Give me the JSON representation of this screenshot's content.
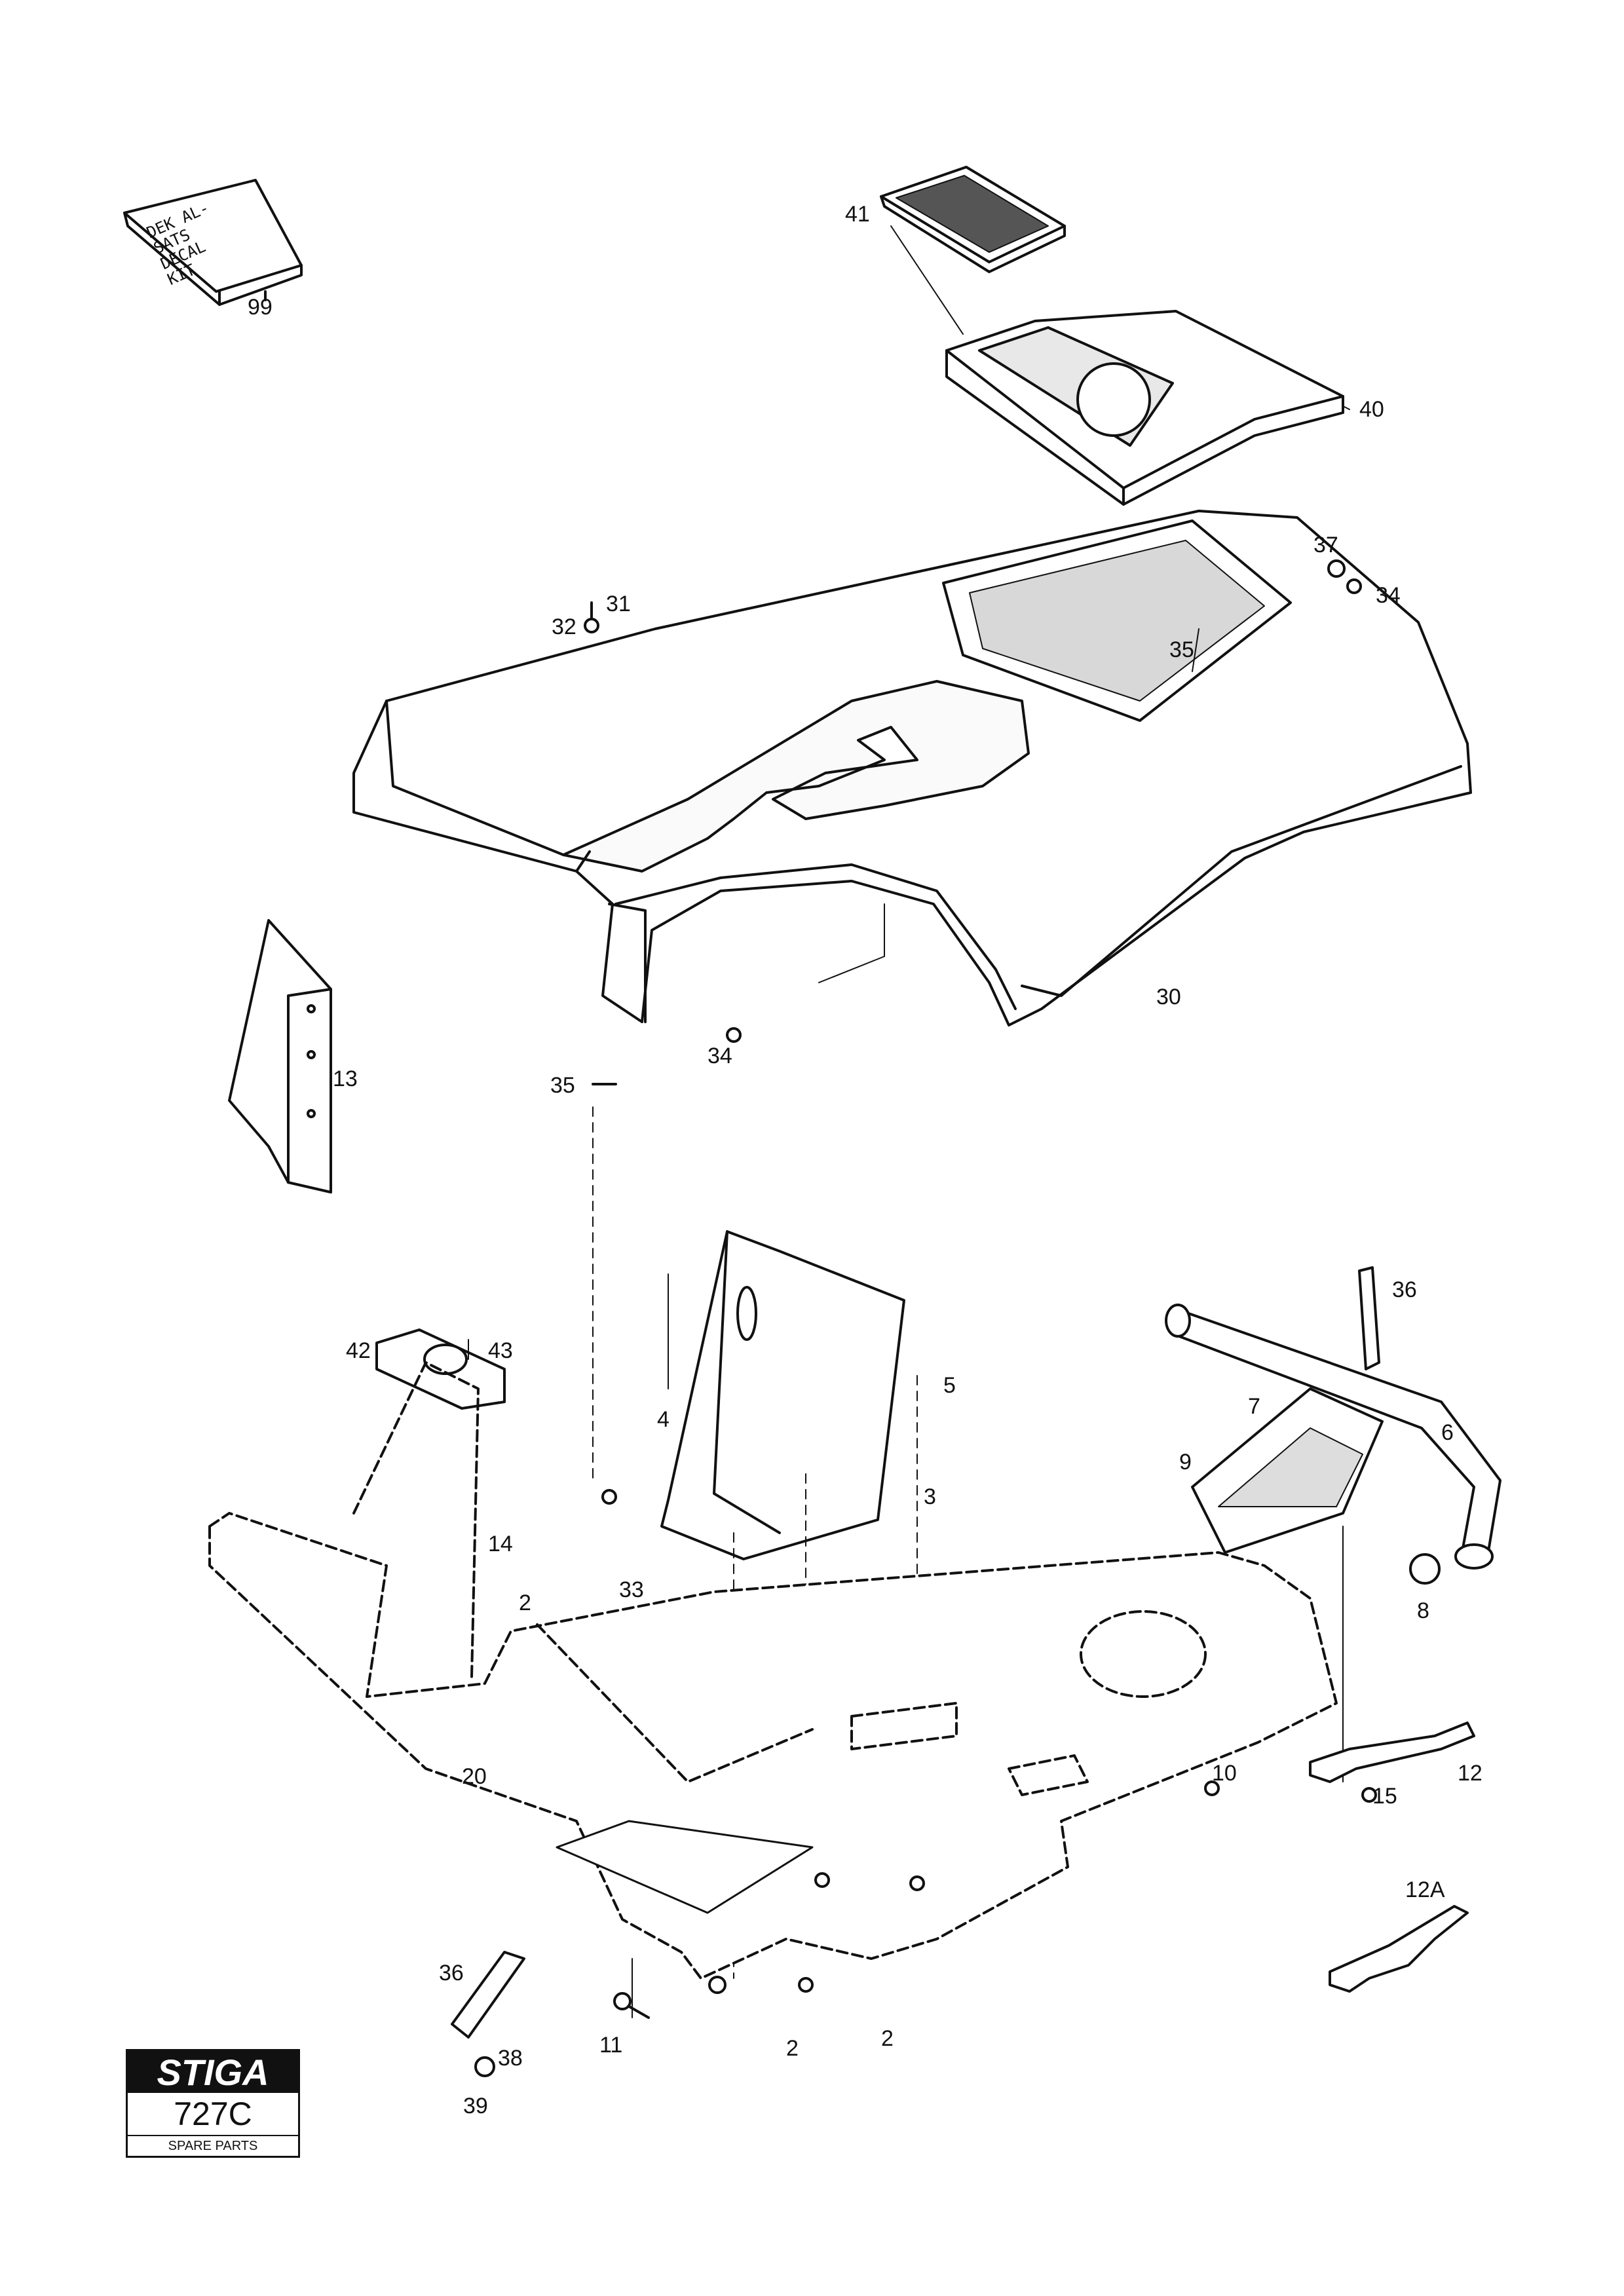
{
  "callouts": {
    "c99": "99",
    "c41": "41",
    "c40": "40",
    "c37": "37",
    "c34a": "34",
    "c31": "31",
    "c32": "32",
    "c35a": "35",
    "c30": "30",
    "c13": "13",
    "c35b": "35",
    "c34b": "34",
    "c36a": "36",
    "c42": "42",
    "c43": "43",
    "c5": "5",
    "c4": "4",
    "c7": "7",
    "c6": "6",
    "c9": "9",
    "c3": "3",
    "c14": "14",
    "c8": "8",
    "c2a": "2",
    "c33": "33",
    "c10": "10",
    "c15": "15",
    "c12": "12",
    "c20": "20",
    "c12A": "12A",
    "c36b": "36",
    "c11": "11",
    "c2b": "2",
    "c2c": "2",
    "c38": "38",
    "c39": "39"
  },
  "decal_kit": {
    "text": "DEK AL-\nSATS\nDECAL\nKIT"
  },
  "logo": {
    "model": "727C",
    "sub": "SPARE PARTS",
    "brand": "STIGA",
    "brand_color": "#111111"
  }
}
